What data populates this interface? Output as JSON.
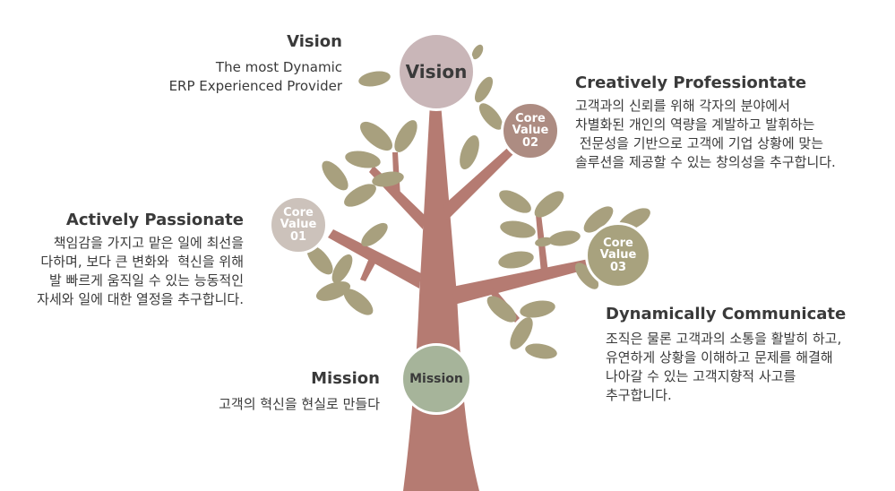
{
  "colors": {
    "trunk": "#b57b72",
    "leaf": "#a8a07e",
    "vision": "#c9b6b8",
    "core_value_02": "#ad8c82",
    "core_value_01": "#ccc2bb",
    "core_value_03": "#a8a27e",
    "mission": "#a6b49a"
  },
  "circles": {
    "vision": "Vision",
    "core_value_01": [
      "Core",
      "Value",
      "01"
    ],
    "core_value_02": [
      "Core",
      "Value",
      "02"
    ],
    "core_value_03": [
      "Core",
      "Value",
      "03"
    ],
    "mission": "Mission"
  },
  "vision": {
    "title": "Vision",
    "lines": [
      "The most Dynamic",
      "ERP Experienced Provider"
    ]
  },
  "creatively": {
    "title": "Creatively Professiontate",
    "lines": [
      "고객과의 신뢰를 위해 각자의 분야에서",
      "차별화된 개인의 역량을 계발하고 발휘하는",
      " 전문성을 기반으로 고객에 기업 상황에 맞는",
      "솔루션을 제공할 수 있는 창의성을 추구합니다."
    ]
  },
  "actively": {
    "title": "Actively Passionate",
    "lines": [
      "책임감을 가지고 맡은 일에 최선을",
      "다하며, 보다 큰 변화와  혁신을 위해",
      "발 빠르게 움직일 수 있는 능동적인",
      "자세와 일에 대한 열정을 추구합니다."
    ]
  },
  "dynamically": {
    "title": "Dynamically Communicate",
    "lines": [
      "조직은 물론 고객과의 소통을 활발히 하고,",
      "유연하게 상황을 이해하고 문제를 해결해",
      "나아갈 수 있는 고객지향적 사고를",
      "추구합니다."
    ]
  },
  "mission": {
    "title": "Mission",
    "lines": [
      "고객의 혁신을 현실로 만들다"
    ]
  }
}
